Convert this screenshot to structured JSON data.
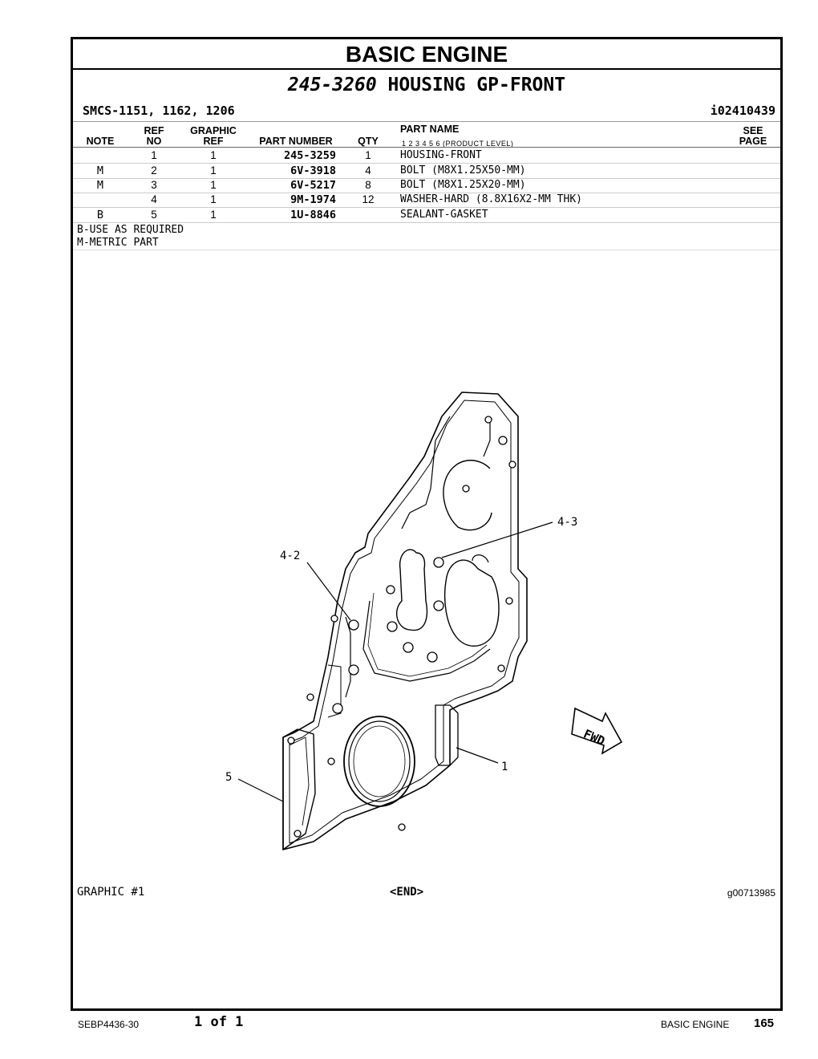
{
  "header": {
    "title": "BASIC ENGINE",
    "part_number": "245-3260",
    "part_title": "HOUSING GP-FRONT",
    "smcs": "SMCS-1151, 1162, 1206",
    "identifier": "i02410439"
  },
  "table": {
    "headers": {
      "note": "NOTE",
      "ref_no_1": "REF",
      "ref_no_2": "NO",
      "graphic_ref_1": "GRAPHIC",
      "graphic_ref_2": "REF",
      "part_number": "PART NUMBER",
      "qty": "QTY",
      "part_name": "PART NAME",
      "product_level": "1    2    3    4    5    6   (PRODUCT LEVEL)",
      "see_page_1": "SEE",
      "see_page_2": "PAGE"
    },
    "rows": [
      {
        "note": "",
        "ref": "1",
        "gref": "1",
        "part": "245-3259",
        "qty": "1",
        "name": "HOUSING-FRONT"
      },
      {
        "note": "M",
        "ref": "2",
        "gref": "1",
        "part": "6V-3918",
        "qty": "4",
        "name": "BOLT (M8X1.25X50-MM)"
      },
      {
        "note": "M",
        "ref": "3",
        "gref": "1",
        "part": "6V-5217",
        "qty": "8",
        "name": "BOLT (M8X1.25X20-MM)"
      },
      {
        "note": "",
        "ref": "4",
        "gref": "1",
        "part": "9M-1974",
        "qty": "12",
        "name": "WASHER-HARD (8.8X16X2-MM THK)"
      },
      {
        "note": "B",
        "ref": "5",
        "gref": "1",
        "part": "1U-8846",
        "qty": "",
        "name": "SEALANT-GASKET"
      }
    ]
  },
  "notes": [
    "B-USE AS REQUIRED",
    "M-METRIC PART"
  ],
  "graphic": {
    "callouts": {
      "c43": "4-3",
      "c42": "4-2",
      "c1": "1",
      "c5": "5"
    },
    "fwd": "FWD",
    "label": "GRAPHIC #1",
    "end": "<END>",
    "graphic_id": "g00713985"
  },
  "footer": {
    "doc": "SEBP4436-30",
    "page_of": "1 of 1",
    "section": "BASIC ENGINE",
    "page_number": "165"
  }
}
